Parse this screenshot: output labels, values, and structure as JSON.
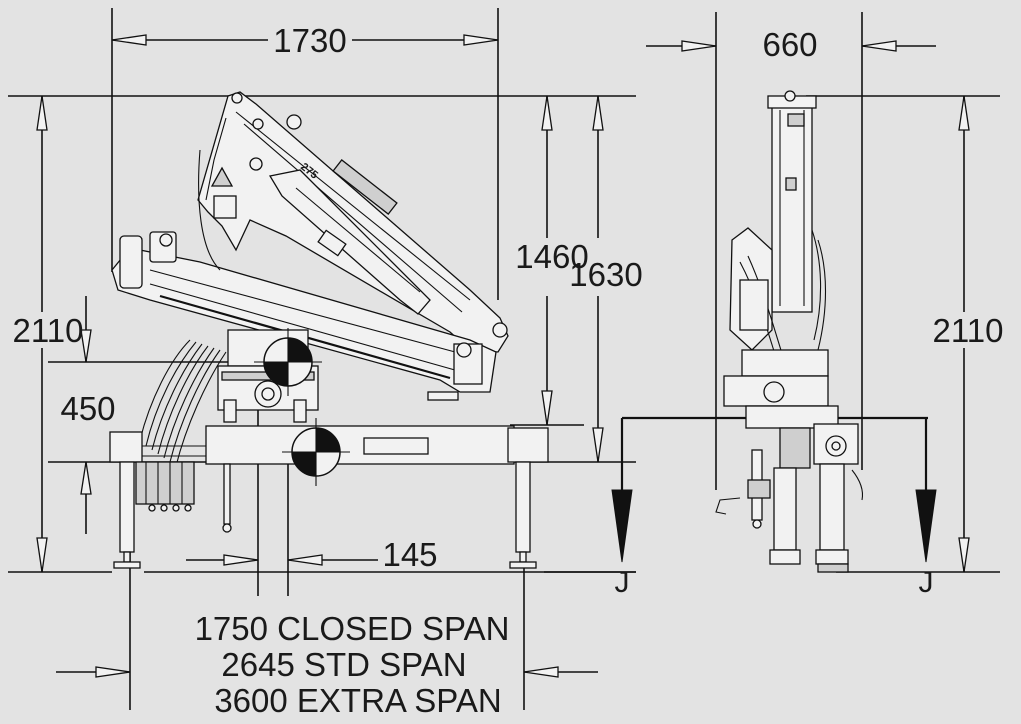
{
  "side_view": {
    "dim_reach": "1730",
    "dim_height": "2110",
    "dim_1460": "1460",
    "dim_1630": "1630",
    "dim_450": "450",
    "dim_145": "145",
    "span_closed": "1750 CLOSED SPAN",
    "span_std": "2645 STD SPAN",
    "span_extra": "3600 EXTRA SPAN",
    "model_marking": "275"
  },
  "front_view": {
    "dim_width": "660",
    "dim_height": "2110",
    "section_left": "J",
    "section_right": "J"
  },
  "colors": {
    "background": "#e3e3e3",
    "line": "#111111",
    "part_fill": "#f2f2f2"
  }
}
